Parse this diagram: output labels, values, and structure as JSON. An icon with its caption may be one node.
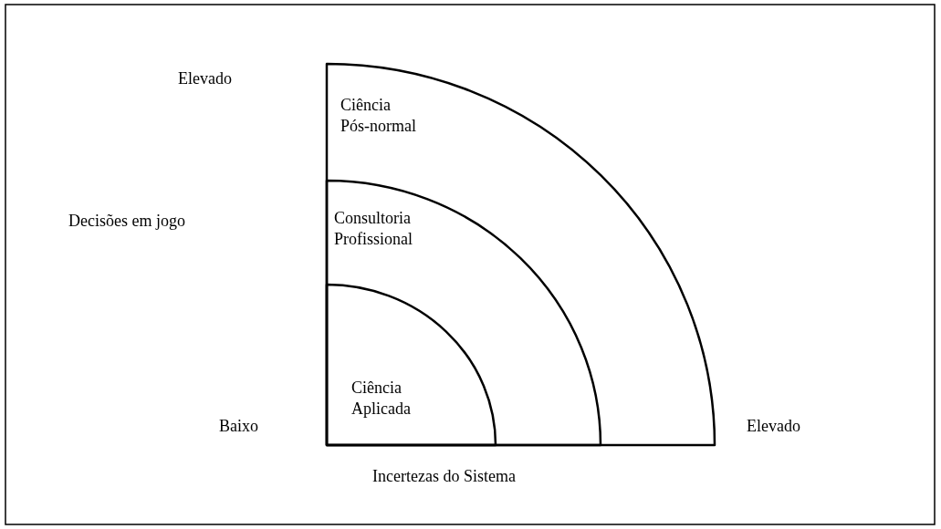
{
  "diagram": {
    "nodes": [
      {
        "text": [
          "Ciência Pós-normal"
        ]
      },
      {
        "text": [
          "Consultoria Profissional"
        ],
        "in": 0
      },
      {
        "text": [
          "Ciência Aplicada"
        ],
        "in": 1
      }
    ],
    "labels": [
      "Elevado",
      "Decisões em jogo",
      "Baixo",
      "Elevado",
      "Incertezas do Sistema"
    ]
  }
}
